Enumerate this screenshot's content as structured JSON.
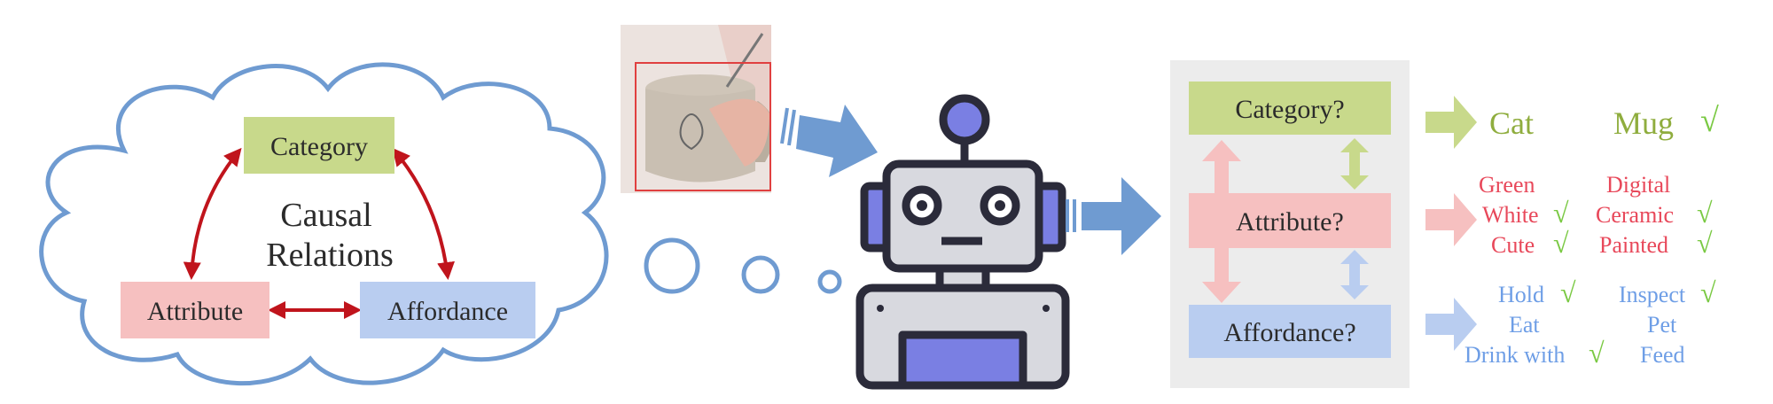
{
  "left_diagram": {
    "title_line1": "Causal",
    "title_line2": "Relations",
    "nodes": {
      "category": "Category",
      "attribute": "Attribute",
      "affordance": "Affordance"
    }
  },
  "right_panel": {
    "category_q": "Category?",
    "attribute_q": "Attribute?",
    "affordance_q": "Affordance?"
  },
  "answers": {
    "category": [
      "Cat",
      "Mug"
    ],
    "attribute": [
      "Green",
      "White",
      "Cute",
      "Digital",
      "Ceramic",
      "Painted"
    ],
    "affordance": [
      "Hold",
      "Eat",
      "Drink with",
      "Inspect",
      "Pet",
      "Feed"
    ],
    "check_mark": "√"
  },
  "colors": {
    "category": "#c8d98b",
    "attribute": "#f6c0c0",
    "affordance": "#b9cdf0",
    "category_text": "#8fad3e",
    "attribute_text": "#e8485a",
    "affordance_text": "#6e9ee6",
    "cloud_outline": "#6f9bd1",
    "relation_arrow": "#c0141c",
    "check": "#7ac943",
    "robot_accent": "#7a7fe3"
  },
  "icons": [
    "cloud-icon",
    "robot-icon",
    "arrow-right-icon",
    "mug-photo"
  ]
}
